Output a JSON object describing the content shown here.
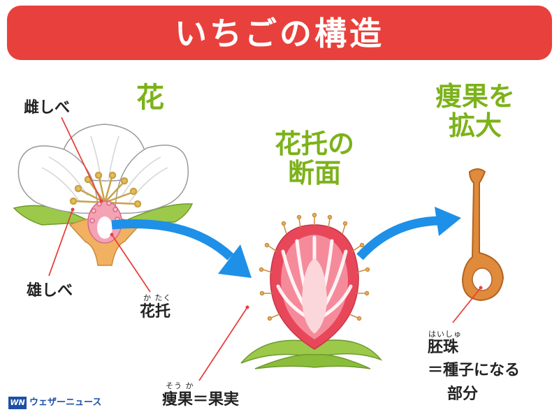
{
  "title": "いちごの構造",
  "sections": {
    "flower": "花",
    "receptacle_line1": "花托の",
    "receptacle_line2": "断面",
    "achene_line1": "痩果を",
    "achene_line2": "拡大"
  },
  "labels": {
    "pistil": "雌しべ",
    "stamen": "雄しべ",
    "receptacle": "花托",
    "receptacle_ruby": "か たく",
    "achene": "痩果＝果実",
    "achene_ruby": "そう か",
    "ovule": "胚珠",
    "ovule_ruby": "はいしゅ",
    "ovule_note_line1": "＝種子になる",
    "ovule_note_line2": "部分"
  },
  "logo": {
    "mark": "WN",
    "text": "ウェザーニュース"
  },
  "colors": {
    "banner": "#e8403c",
    "section_title": "#7cb21a",
    "arrow": "#1e90e8",
    "leader_line": "#e8403c",
    "strawberry": "#e8475a",
    "achene": "#e08a3c"
  }
}
